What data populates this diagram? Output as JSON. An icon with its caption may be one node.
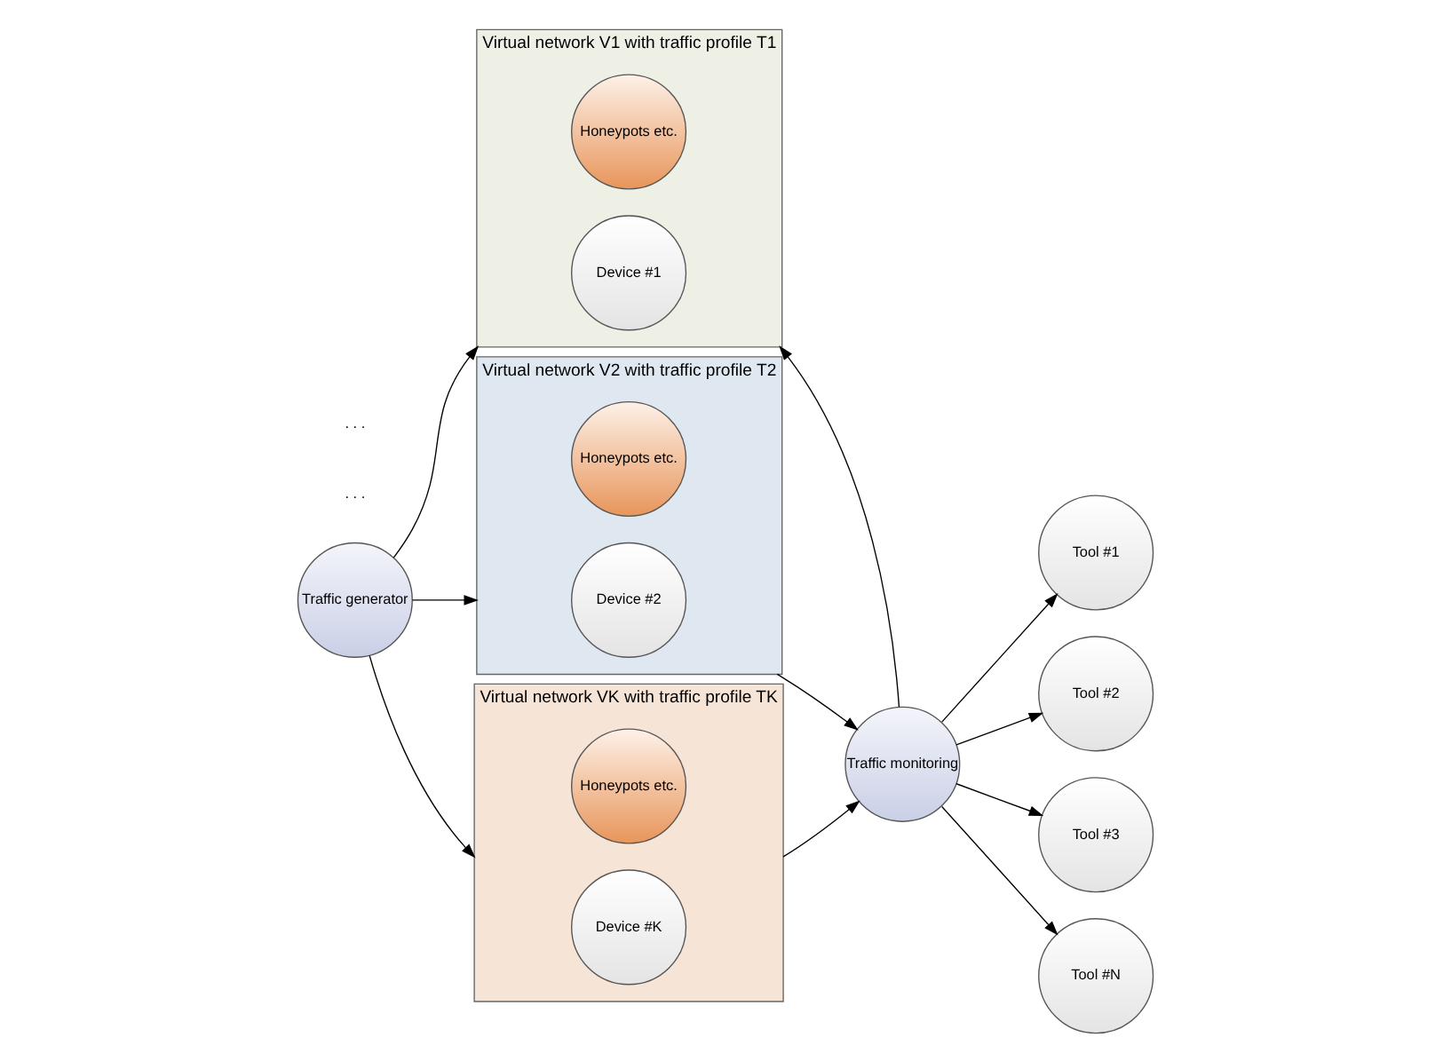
{
  "diagram": {
    "nodes": [
      {
        "text": [
          "Traffic generator"
        ]
      },
      {
        "text": [
          "Virtual network V1 with traffic profile T1"
        ]
      },
      {
        "text": [
          "Honeypots etc."
        ],
        "in": 1
      },
      {
        "text": [
          "Device #1"
        ],
        "in": 1
      },
      {
        "text": [
          "Virtual network V2 with traffic profile T2"
        ]
      },
      {
        "text": [
          "Honeypots etc."
        ],
        "in": 4
      },
      {
        "text": [
          "Device #2"
        ],
        "in": 4
      },
      {
        "text": [
          "Virtual network VK with traffic profile TK"
        ]
      },
      {
        "text": [
          "Honeypots etc."
        ],
        "in": 7
      },
      {
        "text": [
          "Device #K"
        ],
        "in": 7
      },
      {
        "text": [
          "Traffic monitoring"
        ]
      },
      {
        "text": [
          "Tool #1"
        ]
      },
      {
        "text": [
          "Tool #2"
        ]
      },
      {
        "text": [
          "Tool #3"
        ]
      },
      {
        "text": [
          "Tool #N"
        ]
      }
    ],
    "edges": [
      {
        "from": 0,
        "to": 1,
        "arrow": "to"
      },
      {
        "from": 0,
        "to": 4,
        "arrow": "to"
      },
      {
        "from": 0,
        "to": 7,
        "arrow": "to"
      },
      {
        "from": 10,
        "to": 1,
        "arrow": "to"
      },
      {
        "from": 4,
        "to": 10,
        "arrow": "to"
      },
      {
        "from": 7,
        "to": 10,
        "arrow": "to"
      },
      {
        "from": 10,
        "to": 11,
        "arrow": "to"
      },
      {
        "from": 10,
        "to": 12,
        "arrow": "to"
      },
      {
        "from": 10,
        "to": 13,
        "arrow": "to"
      },
      {
        "from": 10,
        "to": 14,
        "arrow": "to"
      }
    ],
    "labels": [
      ". . .",
      ". . ."
    ]
  }
}
